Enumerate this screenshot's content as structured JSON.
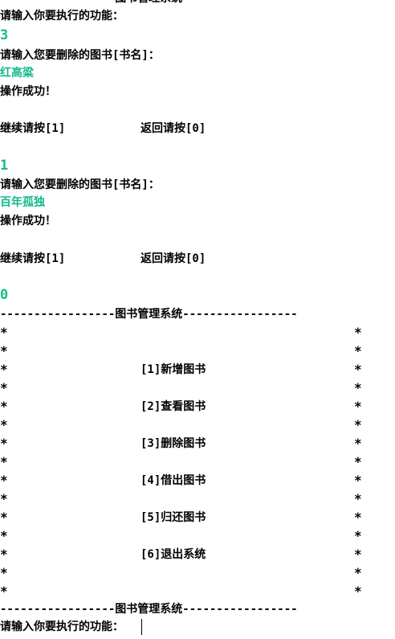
{
  "session": {
    "header_rule_top": "-----------------图书管理系统-----------------",
    "prompt_function": "请输入你要执行的功能：",
    "input_1": "3",
    "prompt_delete_1": "请输入您要删除的图书[书名]：",
    "input_book_1": "红高粱",
    "success_1": "操作成功！",
    "continue_1": "继续请按[1]",
    "back_1": "返回请按[0]",
    "input_2": "1",
    "prompt_delete_2": "请输入您要删除的图书[书名]：",
    "input_book_2": "百年孤独",
    "success_2": "操作成功！",
    "continue_2": "继续请按[1]",
    "back_2": "返回请按[0]",
    "input_3": "0"
  },
  "menu": {
    "rule_top": "-----------------图书管理系统-----------------",
    "border_char": "*",
    "items": [
      {
        "label": "[1]新增图书"
      },
      {
        "label": "[2]查看图书"
      },
      {
        "label": "[3]删除图书"
      },
      {
        "label": "[4]借出图书"
      },
      {
        "label": "[5]归还图书"
      },
      {
        "label": "[6]退出系统"
      }
    ],
    "rule_bottom": "-----------------图书管理系统-----------------"
  },
  "prompt_final": "请输入你要执行的功能：",
  "colors": {
    "background": "#ffffff",
    "text": "#000000",
    "user_input": "#13b98a"
  }
}
